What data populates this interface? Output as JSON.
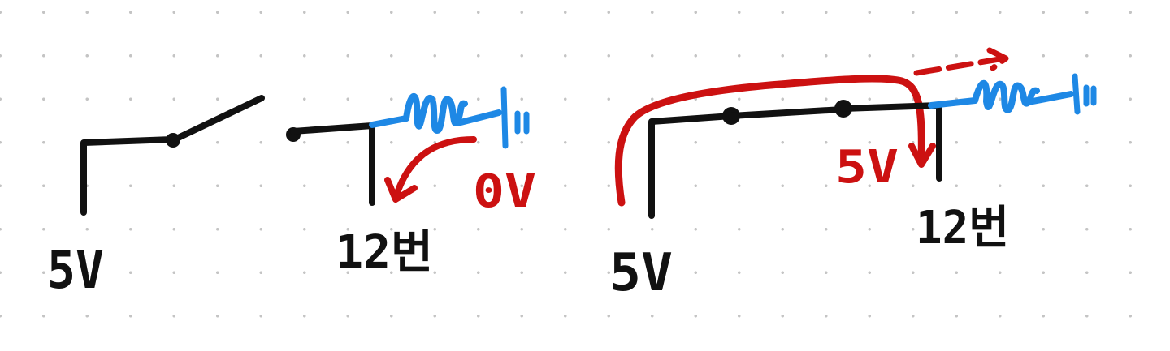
{
  "colors": {
    "wire": "#111111",
    "resistor": "#1e88e5",
    "current": "#cc1111",
    "dots": "#c4c4c4"
  },
  "left_circuit": {
    "supply_label": "5V",
    "pin_label": "12번",
    "voltage_label": "0V",
    "switch_state": "open"
  },
  "right_circuit": {
    "supply_label": "5V",
    "pin_label": "12번",
    "voltage_label": "5V",
    "switch_state": "closed"
  }
}
